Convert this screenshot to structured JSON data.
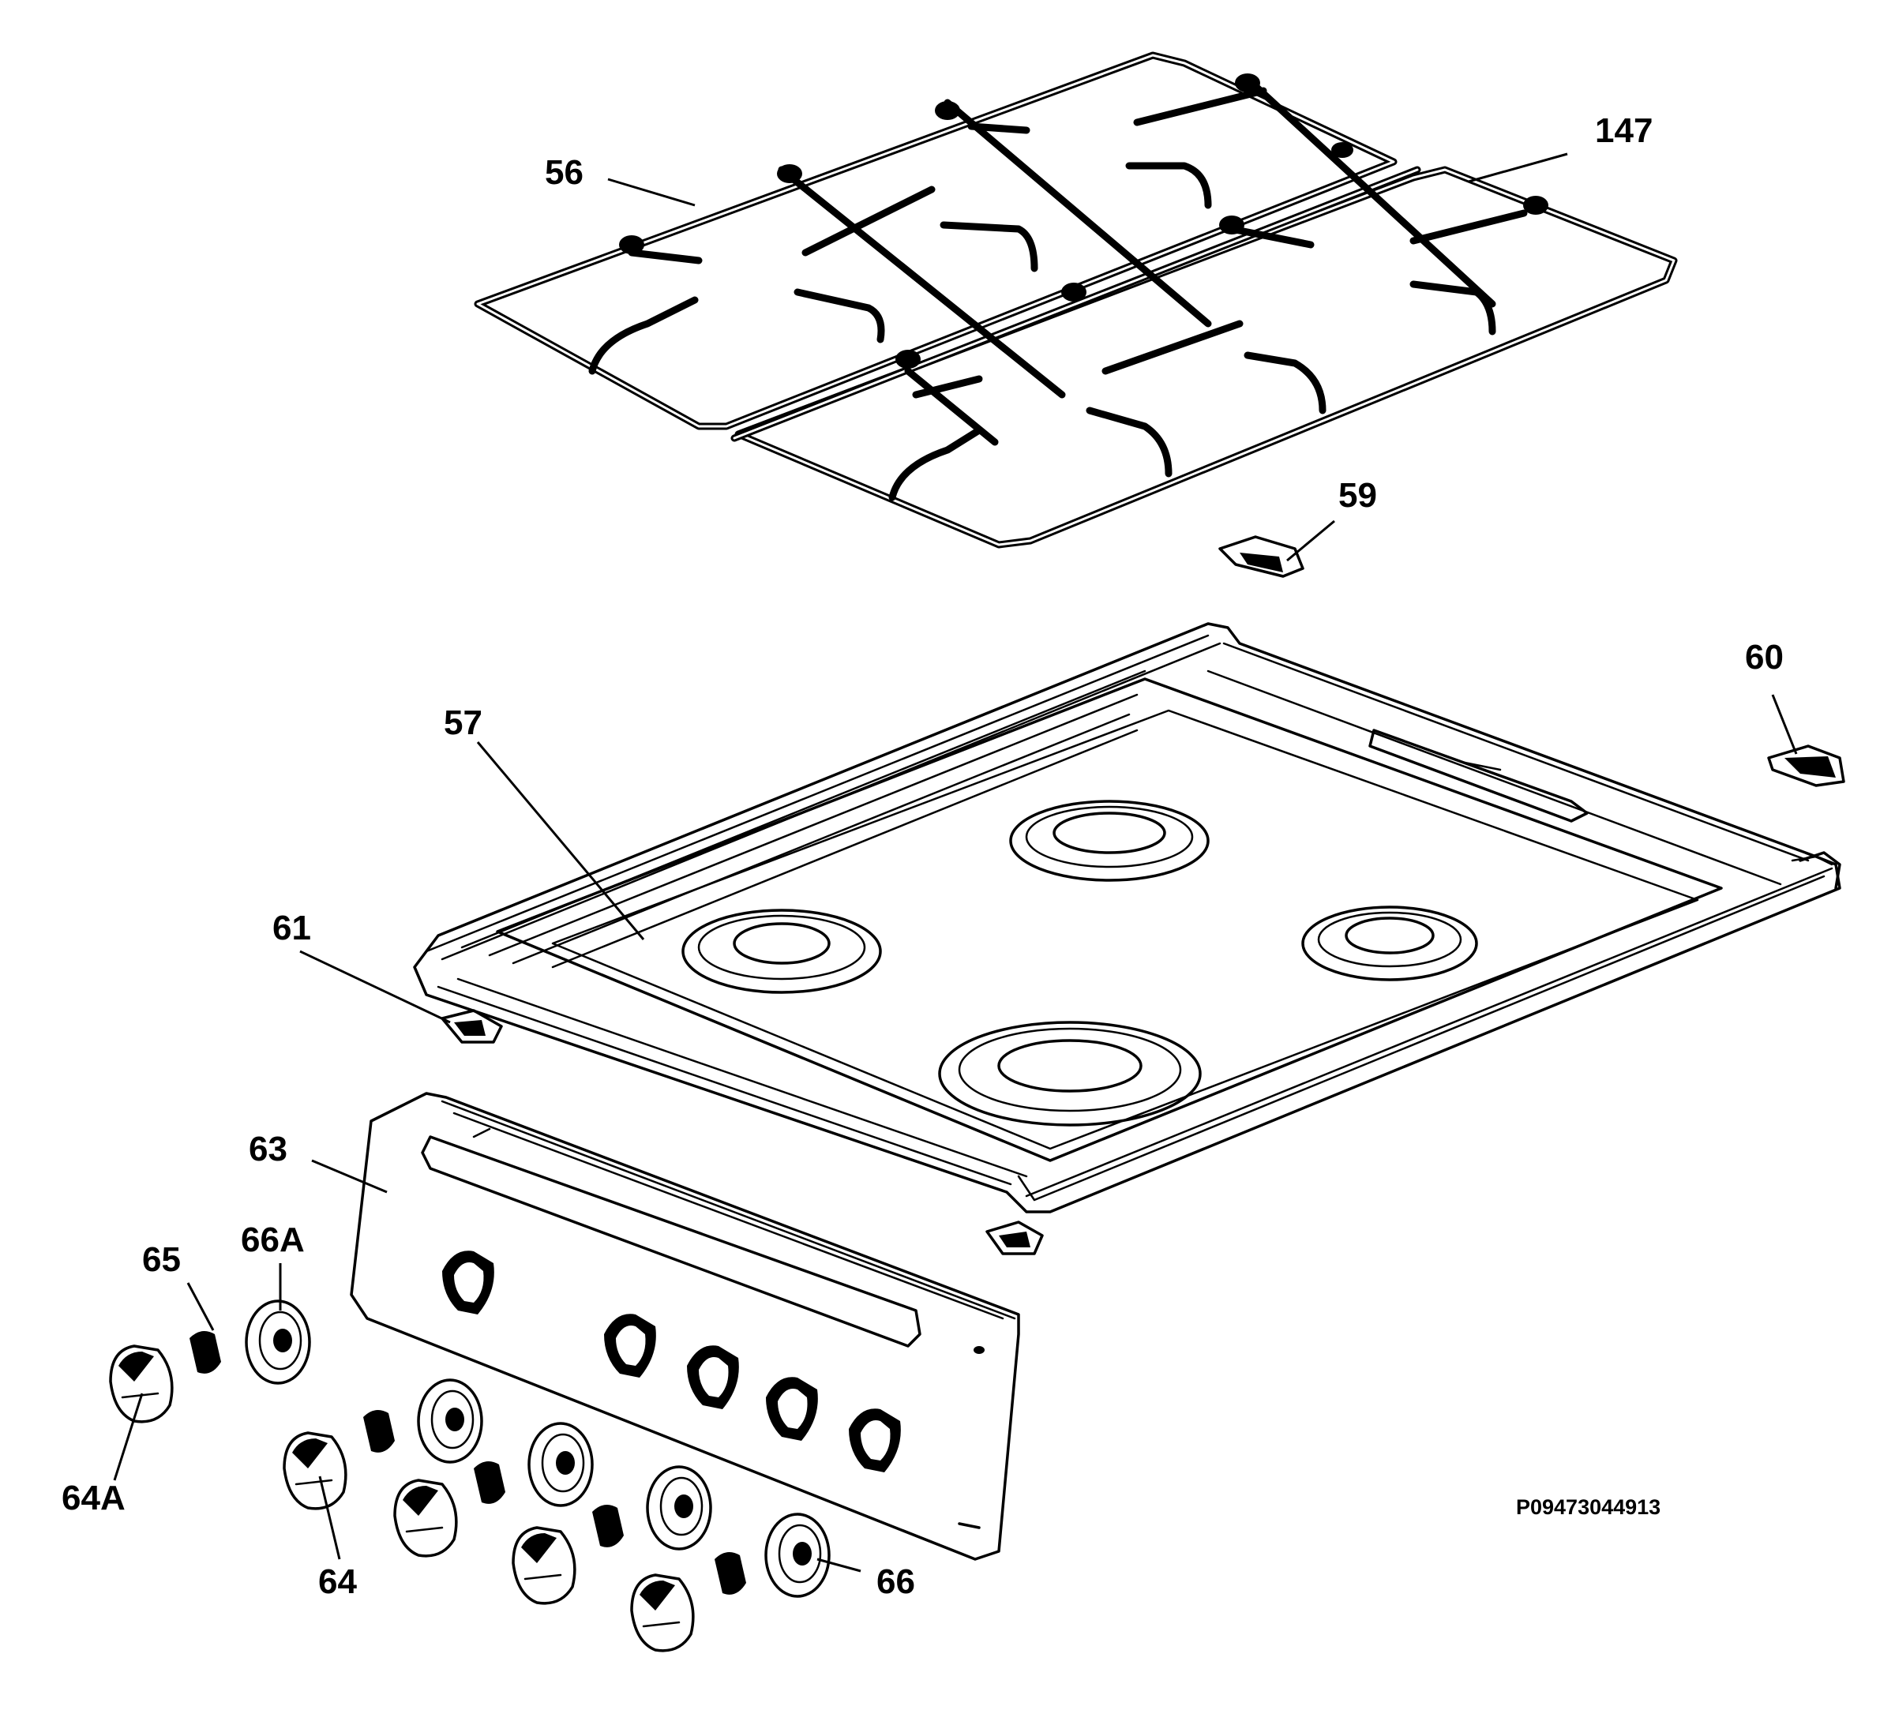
{
  "diagram": {
    "code": "P09473044913",
    "labels": {
      "l56": "56",
      "l147": "147",
      "l59": "59",
      "l60": "60",
      "l57": "57",
      "l61": "61",
      "l63": "63",
      "l65": "65",
      "l66A": "66A",
      "l64A": "64A",
      "l64": "64",
      "l66": "66"
    }
  }
}
